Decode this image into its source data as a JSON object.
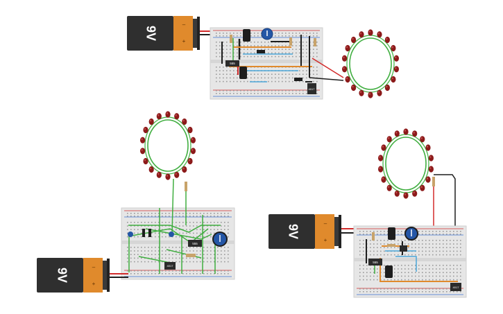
{
  "circuits": [
    {
      "name": "circuit-top",
      "battery": {
        "label": "9V",
        "orientation": "rotated-180"
      },
      "chips": [
        {
          "label": "555"
        },
        {
          "label": "4017"
        }
      ],
      "led_ring_count": 18
    },
    {
      "name": "circuit-left",
      "battery": {
        "label": "9V",
        "orientation": "rotated-180"
      },
      "chips": [
        {
          "label": "555"
        },
        {
          "label": "4017"
        }
      ],
      "led_ring_count": 18
    },
    {
      "name": "circuit-right",
      "battery": {
        "label": "9V",
        "orientation": "rotated-180"
      },
      "chips": [
        {
          "label": "555"
        },
        {
          "label": "4017"
        }
      ],
      "led_ring_count": 18
    }
  ],
  "colors": {
    "battery_body": "#2f2f2f",
    "battery_cap": "#e08a2c",
    "breadboard": "#e9e9e9",
    "led": "#8c1a1a",
    "wire_green": "#3fae3f",
    "wire_red": "#d22a2a",
    "wire_black": "#1d1d1d",
    "wire_blue": "#4aa6d8",
    "wire_orange": "#e08a2c",
    "pot": "#2456a6"
  }
}
